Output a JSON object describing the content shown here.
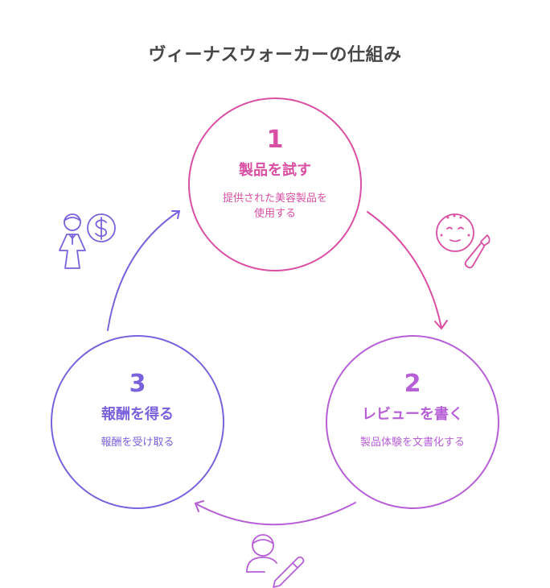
{
  "title": "ヴィーナスウォーカーの仕組み",
  "colors": {
    "step1": "#d94fa3",
    "step2": "#b75fd6",
    "step3": "#7a62dc"
  },
  "steps": [
    {
      "number": "1",
      "heading": "製品を試す",
      "desc_line1": "提供された美容製品を",
      "desc_line2": "使用する",
      "icon": "face-makeup-brush-icon"
    },
    {
      "number": "2",
      "heading": "レビューを書く",
      "desc_line1": "製品体験を文書化する",
      "desc_line2": "",
      "icon": "person-writing-pencil-icon"
    },
    {
      "number": "3",
      "heading": "報酬を得る",
      "desc_line1": "報酬を受け取る",
      "desc_line2": "",
      "icon": "person-dollar-coin-icon"
    }
  ]
}
